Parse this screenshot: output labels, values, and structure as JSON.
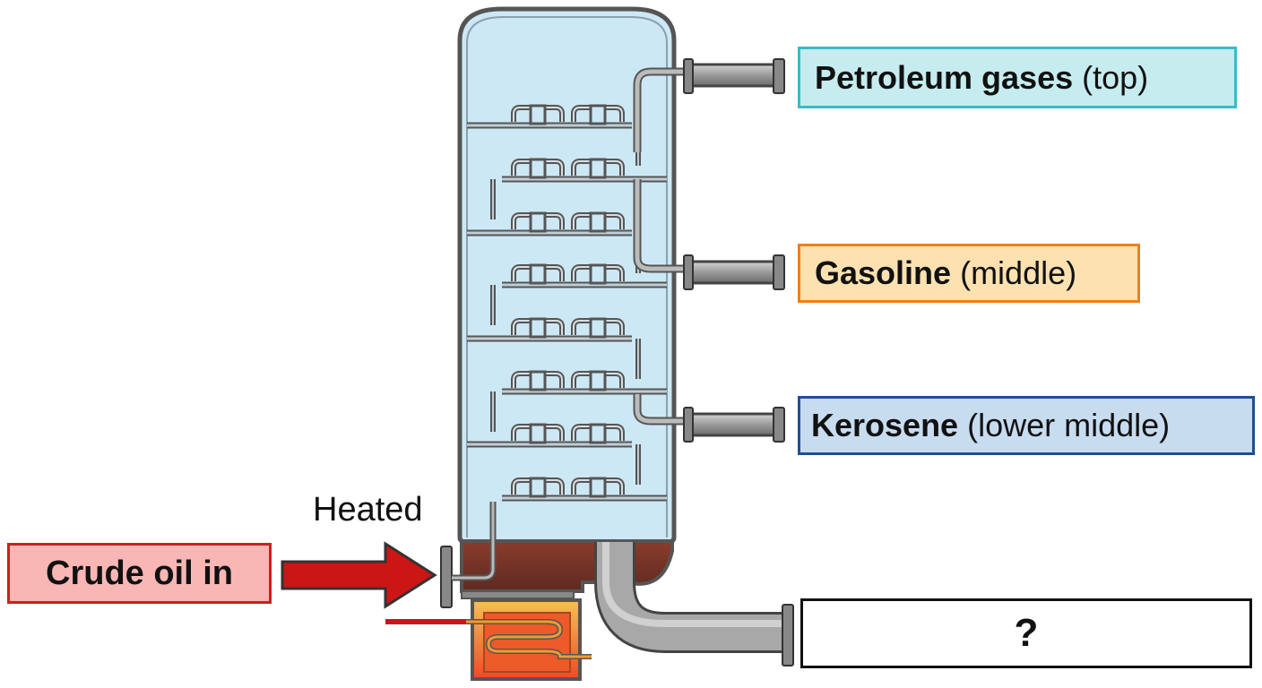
{
  "labels": {
    "gases": {
      "name": "Petroleum gases",
      "position": "(top)",
      "border": "#3bbac8",
      "fill": "#c6ecef"
    },
    "gasoline": {
      "name": "Gasoline",
      "position": "(middle)",
      "border": "#ef7f1a",
      "fill": "#fde1b0"
    },
    "kerosene": {
      "name": "Kerosene",
      "position": "(lower middle)",
      "border": "#1f4e96",
      "fill": "#c8dcf0"
    },
    "unknown": {
      "text": "?"
    },
    "crude": {
      "text": "Crude oil in",
      "border": "#cc2020",
      "fill": "#f8b7b4"
    },
    "heated": "Heated"
  },
  "colors": {
    "column_fill": "#cde8f5",
    "column_border": "#555555",
    "pipe": "#9a9a9a",
    "residue": "#7b3a2a",
    "arrow": "#cc1515",
    "heater_outer": "#f2a53a",
    "heater_inner": "#ee5a2a"
  }
}
